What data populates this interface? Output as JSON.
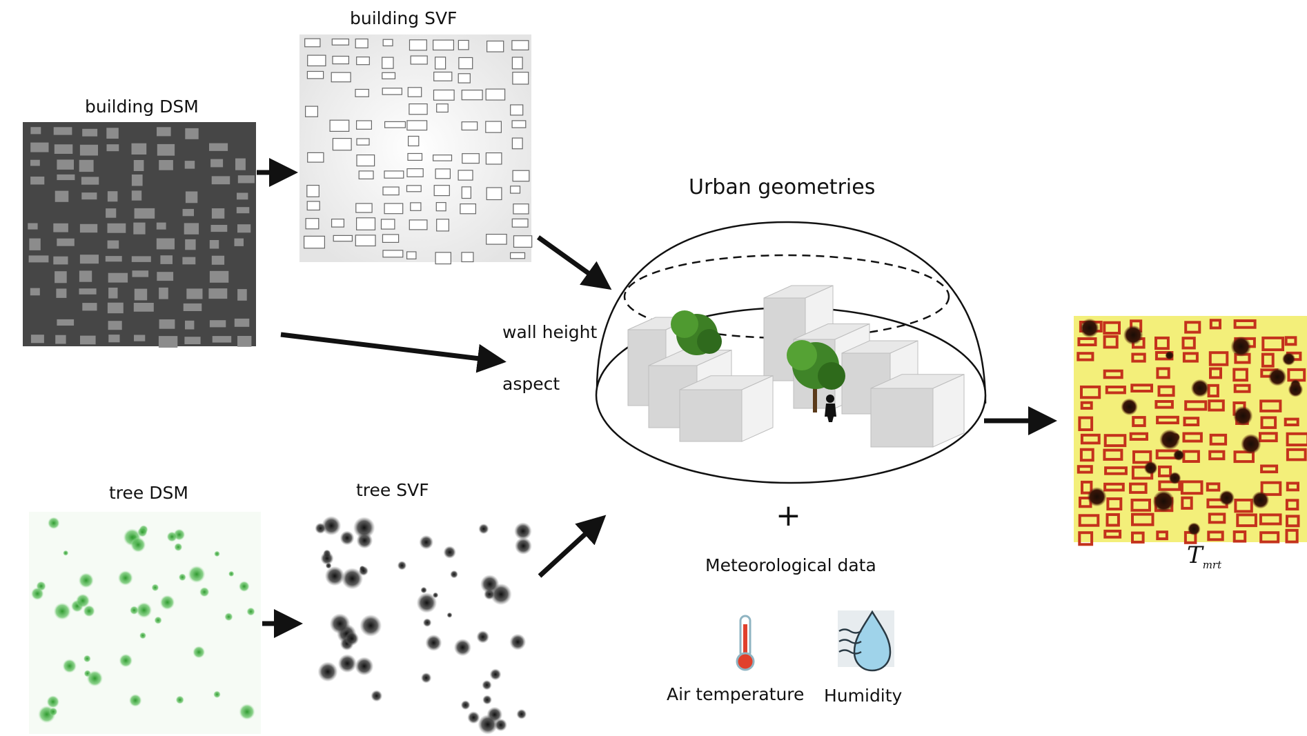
{
  "labels": {
    "building_svf": "building SVF",
    "building_dsm": "building DSM",
    "urban_geometries": "Urban geometries",
    "wall_height": "wall height",
    "aspect": "aspect",
    "tree_dsm": "tree DSM",
    "tree_svf": "tree SVF",
    "plus": "+",
    "meteorological_data": "Meteorological data",
    "air_temperature": "Air temperature",
    "humidity": "Humidity",
    "tmrt_main": "T",
    "tmrt_sub": "mrt"
  },
  "icons": {
    "thermometer": "thermometer-icon",
    "humidity": "water-drop-icon"
  },
  "colors": {
    "dsm_background": "#4a4a4a",
    "dsm_buildings": "#8a8a8a",
    "tree_green": "#3fae3f",
    "tmrt_background": "#f3ef7a",
    "tmrt_buildings": "#c0281a",
    "tree_foliage": "#3a8a2a",
    "box_face": "#d9d9d9"
  }
}
